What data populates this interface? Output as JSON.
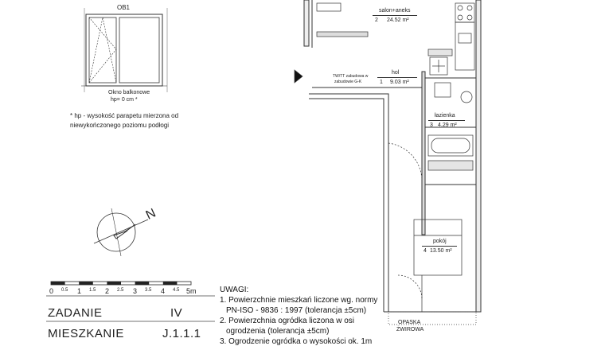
{
  "window": {
    "code": "OB1",
    "caption_line1": "Okno balkonowe",
    "caption_line2": "hp= 0 cm *"
  },
  "footnote": {
    "line1": "* hp - wysokość parapetu mierzona od",
    "line2": "niewykończonego poziomu podłogi"
  },
  "compass": {
    "letter": "N"
  },
  "scale": {
    "labels": [
      "0",
      "0.5",
      "1",
      "1.5",
      "2",
      "2.5",
      "3",
      "3.5",
      "4",
      "4.5",
      "5m"
    ]
  },
  "info": {
    "zadanie_label": "ZADANIE",
    "zadanie_value": "IV",
    "mieszkanie_label": "MIESZKANIE",
    "mieszkanie_value": "J.1.1.1"
  },
  "notes": {
    "title": "UWAGI:",
    "lines": [
      "1. Powierzchnie mieszkań liczone wg. normy",
      "PN-ISO - 9836 : 1997 (tolerancja ±5cm)",
      "2. Powierzchnia ogródka liczona w osi",
      "ogrodzenia (tolerancja ±5cm)",
      "3. Ogrodzenie ogródka o wysokości ok. 1m"
    ]
  },
  "rooms": [
    {
      "name": "salon+aneks",
      "number": "2",
      "area": "24.52 m²"
    },
    {
      "name": "hol",
      "number": "1",
      "area": "9.03 m²"
    },
    {
      "name": "łazienka",
      "number": "3",
      "area": "4.29 m²"
    },
    {
      "name": "pokój",
      "number": "4",
      "area": "13.50 m²"
    }
  ],
  "misc": {
    "twitt_line1": "TW/TT zabudowa w",
    "twitt_line2": "zabudowie G-K",
    "gravel_line1": "OPASKA",
    "gravel_line2": "ŻWIROWA"
  }
}
